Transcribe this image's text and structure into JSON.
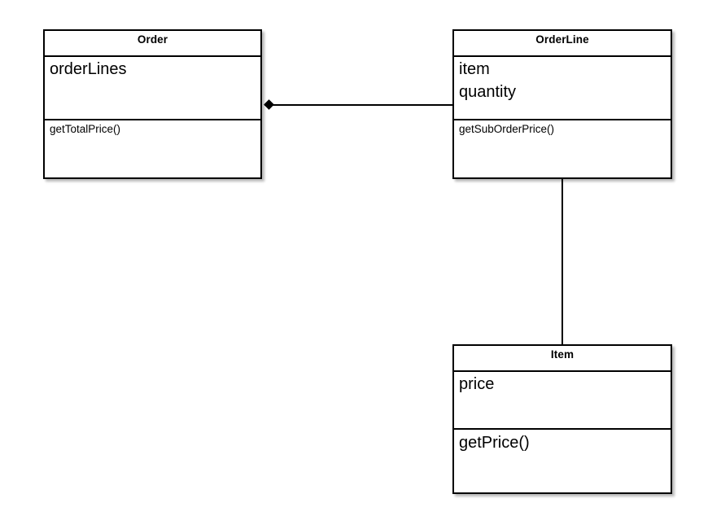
{
  "diagram": {
    "type": "uml-class-diagram",
    "background_color": "#ffffff",
    "line_color": "#000000",
    "classes": [
      {
        "id": "order",
        "name": "Order",
        "attributes": [
          "orderLines"
        ],
        "operations": [
          "getTotalPrice()"
        ]
      },
      {
        "id": "orderline",
        "name": "OrderLine",
        "attributes": [
          "item",
          "quantity"
        ],
        "operations": [
          "getSubOrderPrice()"
        ]
      },
      {
        "id": "item",
        "name": "Item",
        "attributes": [
          "price"
        ],
        "operations": [
          "getPrice()"
        ]
      }
    ],
    "relationships": [
      {
        "id": "order-orderline",
        "kind": "composition",
        "source": "Order",
        "target": "OrderLine",
        "marker": "filled-diamond"
      },
      {
        "id": "orderline-item",
        "kind": "association",
        "source": "OrderLine",
        "target": "Item",
        "marker": "none"
      }
    ]
  }
}
